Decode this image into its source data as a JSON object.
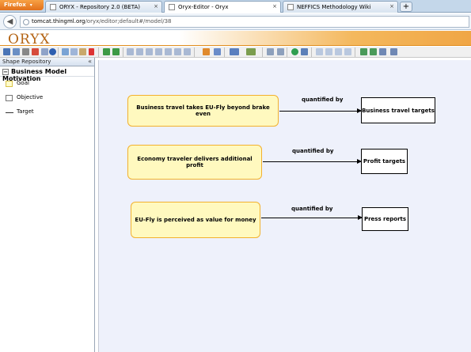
{
  "browser": {
    "menu_button": "Firefox",
    "tabs": [
      {
        "label": "ORYX - Repository 2.0 (BETA)",
        "close": "×"
      },
      {
        "label": "Oryx-Editor - Oryx",
        "close": "×"
      },
      {
        "label": "NEFFICS Methodology Wiki",
        "close": "×"
      }
    ],
    "new_tab": "+",
    "url": {
      "host": "tomcat.thingml.org",
      "prefix": "",
      "path": "/oryx/editor;default#/model/38"
    }
  },
  "app": {
    "logo": "ORYX"
  },
  "sidebar": {
    "title": "Shape Repository",
    "collapse": "«",
    "group": {
      "label": "Business Model Motivation",
      "toggle": "−"
    },
    "items": [
      {
        "label": "Goal",
        "icon": "goal-icon"
      },
      {
        "label": "Objective",
        "icon": "objective-icon"
      },
      {
        "label": "Target",
        "icon": "target-icon"
      }
    ]
  },
  "diagram": {
    "goals": [
      {
        "label": "Business travel takes EU-Fly beyond brake even"
      },
      {
        "label": "Economy traveler delivers additional profit"
      },
      {
        "label": "EU-Fly is perceived as value for money"
      }
    ],
    "objectives": [
      {
        "label": "Business travel targets"
      },
      {
        "label": "Profit targets"
      },
      {
        "label": "Press reports"
      }
    ],
    "relations": [
      {
        "label": "quantified by"
      },
      {
        "label": "quantified by"
      },
      {
        "label": "quantified by"
      }
    ]
  },
  "colors": {
    "goal_fill": "#fff9bf",
    "goal_border": "#f2b12e",
    "canvas_bg": "#eef1fb",
    "header_orange": "#f0a645"
  }
}
